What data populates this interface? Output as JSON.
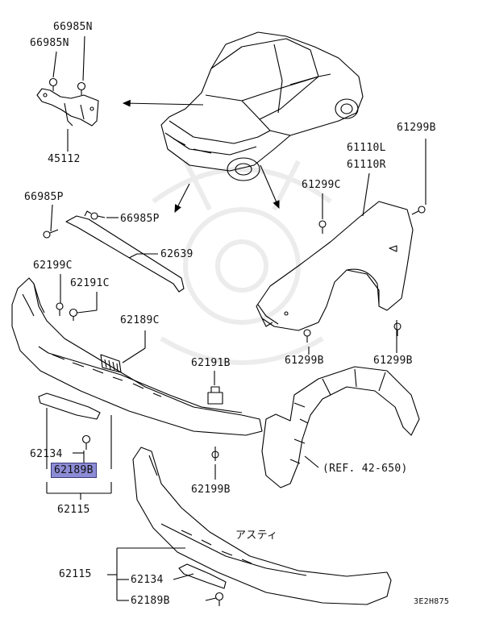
{
  "labels": {
    "p66985N_a": "66985N",
    "p66985N_b": "66985N",
    "p45112": "45112",
    "p66985P_a": "66985P",
    "p66985P_b": "66985P",
    "p62639": "62639",
    "p62199C": "62199C",
    "p62191C": "62191C",
    "p62189C": "62189C",
    "p62191B": "62191B",
    "p62134_a": "62134",
    "p62189B_a": "62189B",
    "p62115_a": "62115",
    "p62199B": "62199B",
    "p61110L": "61110L",
    "p61110R": "61110R",
    "p61299C": "61299C",
    "p61299B_a": "61299B",
    "p61299B_b": "61299B",
    "p61299B_c": "61299B",
    "ref": "(REF. 42-650)",
    "japanese": "アスティ",
    "p62115_b": "62115",
    "p62134_b": "62134",
    "p62189B_b": "62189B",
    "code": "3E2H875"
  },
  "highlight": "#8c8cd6"
}
